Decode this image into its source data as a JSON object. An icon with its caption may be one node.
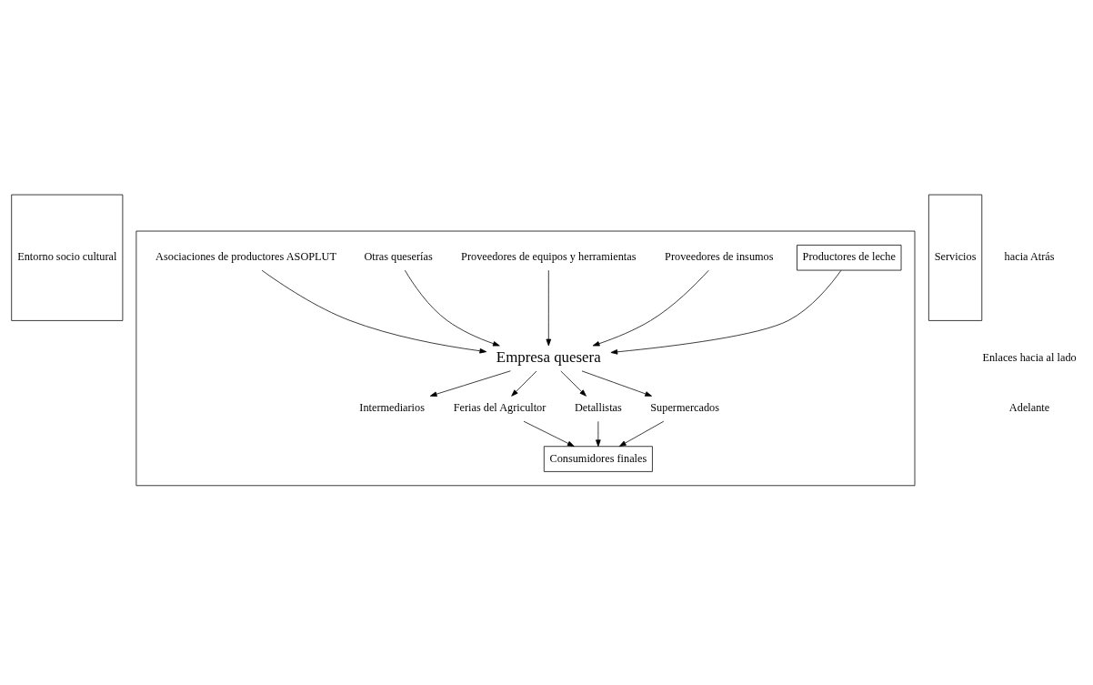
{
  "diagram": {
    "nodes": [
      {
        "text": [
          "Entorno socio cultural"
        ]
      },
      {
        "text": [],
        "shape": "box"
      },
      {
        "text": [
          "Productores de leche"
        ],
        "in": 1
      },
      {
        "text": [
          "Proveedores de insumos"
        ],
        "in": 1
      },
      {
        "text": [
          "Proveedores de equipos y herramientas"
        ],
        "in": 1
      },
      {
        "text": [
          "Otras queserías"
        ],
        "in": 1
      },
      {
        "text": [
          "Empresa quesera"
        ],
        "in": 1
      },
      {
        "text": [
          "Asociaciones de productores ASOPLUT"
        ],
        "in": 1
      },
      {
        "text": [
          "Intermediarios"
        ],
        "in": 1
      },
      {
        "text": [
          "Ferias del Agricultor"
        ],
        "in": 1
      },
      {
        "text": [
          "Detallistas"
        ],
        "in": 1
      },
      {
        "text": [
          "Supermercados"
        ],
        "in": 1
      },
      {
        "text": [
          "Consumidores finales"
        ],
        "in": 1
      },
      {
        "text": [
          "Servicios"
        ]
      }
    ],
    "edges": [
      {
        "from": 2,
        "to": 6,
        "arrow": "to"
      },
      {
        "from": 3,
        "to": 6,
        "arrow": "to"
      },
      {
        "from": 4,
        "to": 6,
        "arrow": "to"
      },
      {
        "from": 5,
        "to": 6,
        "arrow": "to"
      },
      {
        "from": 7,
        "to": 6,
        "arrow": "to"
      },
      {
        "from": 6,
        "to": 8,
        "arrow": "to"
      },
      {
        "from": 6,
        "to": 10,
        "arrow": "to"
      },
      {
        "from": 6,
        "to": 11,
        "arrow": "to"
      },
      {
        "from": 6,
        "to": 9,
        "arrow": "to"
      },
      {
        "from": 10,
        "to": 12,
        "arrow": "to"
      },
      {
        "from": 11,
        "to": 12,
        "arrow": "to"
      },
      {
        "from": 9,
        "to": 12,
        "arrow": "to"
      }
    ],
    "labels": [
      "hacia Atrás",
      "Enlaces hacia al lado",
      "Adelante"
    ]
  }
}
